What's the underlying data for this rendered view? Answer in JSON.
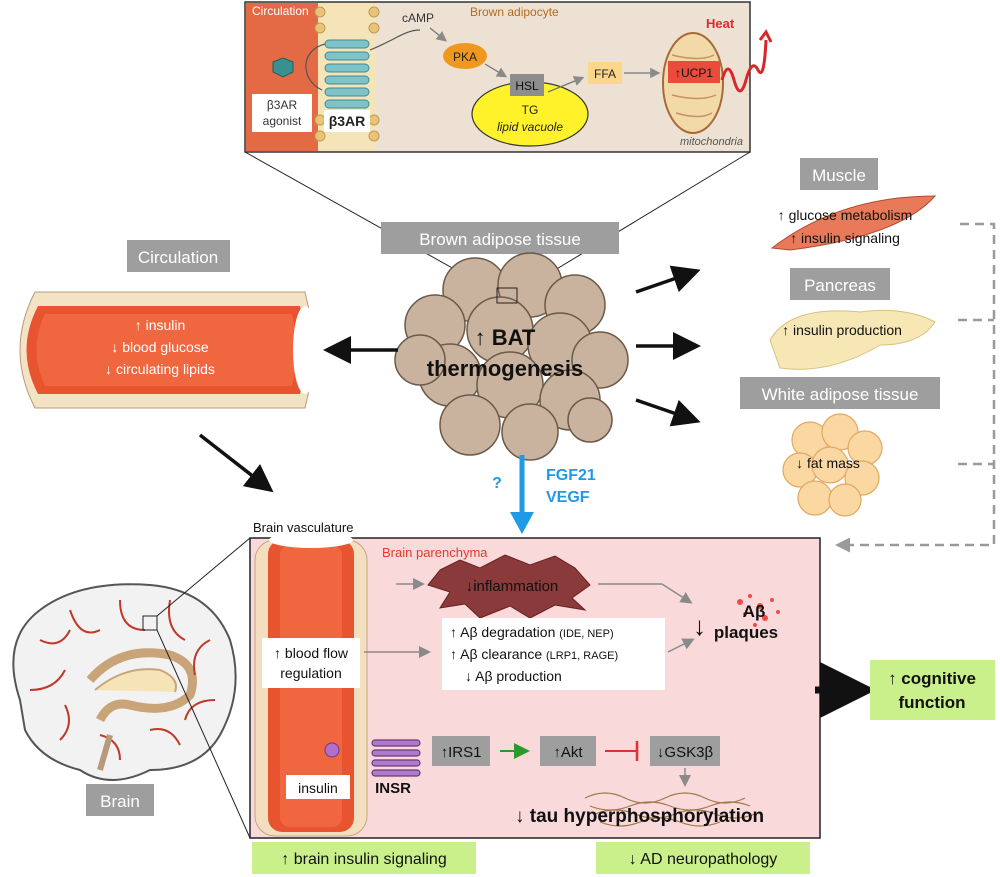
{
  "colors": {
    "label_gray": "#9e9e9e",
    "green_box": "#c9f08a",
    "pink_panel": "#f9d9d9",
    "blood_red": "#e8542f",
    "fat_tan": "#c9b39e",
    "blue": "#1e9ae6"
  },
  "top": {
    "circulation": "Circulation",
    "brown_adipocyte": "Brown adipocyte",
    "camp": "cAMP",
    "pka": "PKA",
    "hsl": "HSL",
    "ffa": "FFA",
    "tg": "TG",
    "lipid_vacuole": "lipid vacuole",
    "ucp1": "↑UCP1",
    "heat": "Heat",
    "mitochondria": "mitochondria",
    "agonist_line1": "β3AR",
    "agonist_line2": "agonist",
    "receptor": "β3AR"
  },
  "center": {
    "bat_label": "Brown adipose tissue",
    "line1": "↑ BAT",
    "line2": "thermogenesis",
    "question": "?",
    "fgf21": "FGF21",
    "vegf": "VEGF"
  },
  "left": {
    "circulation": "Circulation",
    "insulin": "↑ insulin",
    "glucose": "↓ blood glucose",
    "lipids": "↓ circulating lipids",
    "brain": "Brain"
  },
  "right": {
    "muscle": "Muscle",
    "muscle_line1": "↑ glucose metabolism",
    "muscle_line2": "↑ insulin signaling",
    "pancreas": "Pancreas",
    "pancreas_line": "↑ insulin production",
    "wat": "White adipose tissue",
    "wat_line": "↓ fat mass"
  },
  "panel": {
    "vasculature": "Brain vasculature",
    "parenchyma": "Brain parenchyma",
    "inflammation": "↓inflammation",
    "blood_flow1": "↑ blood flow",
    "blood_flow2": "regulation",
    "degradation": "↑ Aβ degradation",
    "degradation_note": "(IDE, NEP)",
    "clearance": "↑ Aβ clearance",
    "clearance_note": "(LRP1, RAGE)",
    "production": "↓ Aβ production",
    "plaques_arrow": "↓",
    "plaques1": "Aβ",
    "plaques2": "plaques",
    "insulin": "insulin",
    "insr": "INSR",
    "irs1": "↑IRS1",
    "akt": "↑Akt",
    "gsk": "↓GSK3β",
    "tau": "↓ tau hyperphosphorylation"
  },
  "outcomes": {
    "cognitive1": "↑ cognitive",
    "cognitive2": "function",
    "brain_insulin": "↑ brain insulin signaling",
    "ad": "↓  AD neuropathology"
  }
}
